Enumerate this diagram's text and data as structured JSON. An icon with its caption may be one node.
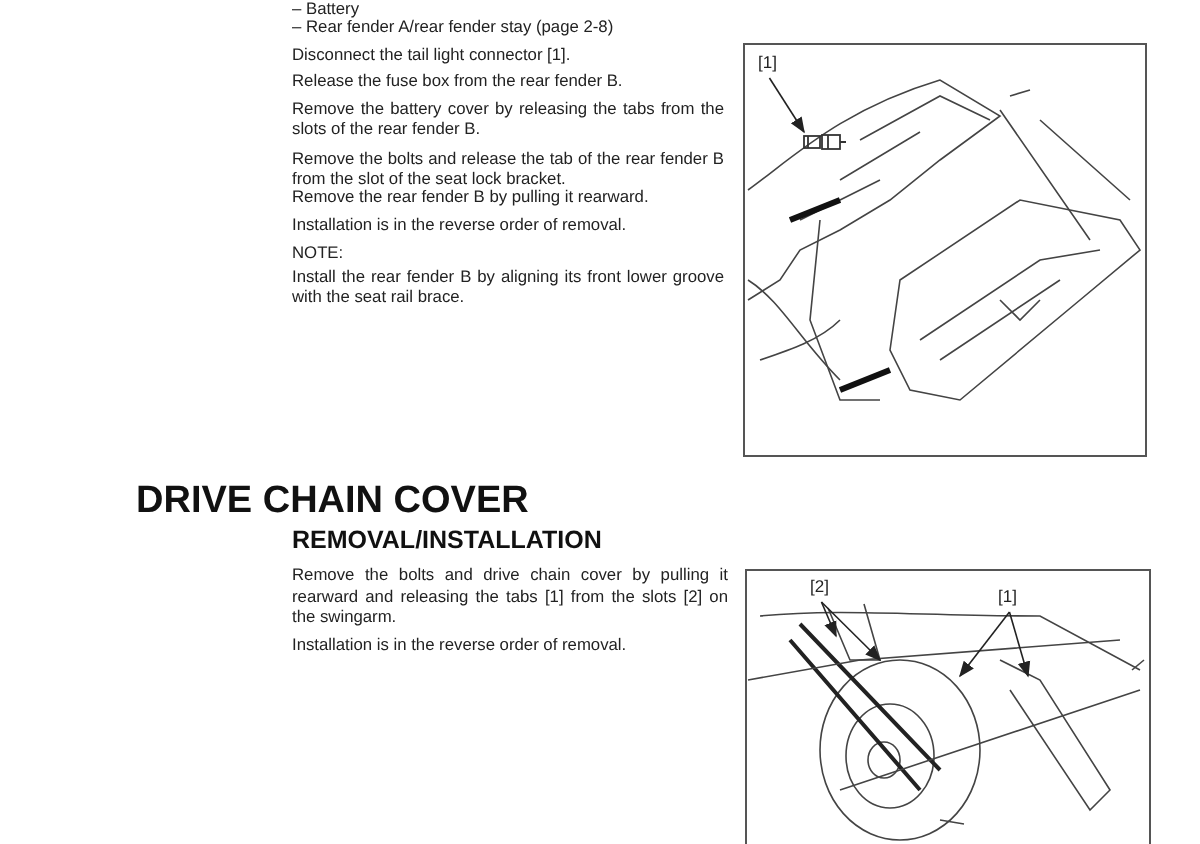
{
  "diagram": {
    "nodes": [
      {
        "text": [
          "[1]"
        ]
      },
      {
        "text": [
          "[2]"
        ]
      },
      {
        "text": [
          "[1]"
        ]
      },
      {
        "text": [],
        "shape": "picture"
      }
    ],
    "edges": [
      {
        "from": 0,
        "to": 3,
        "arrow": "to"
      },
      {
        "from": 1,
        "to": null,
        "arrow": "to"
      },
      {
        "from": 1,
        "to": null,
        "arrow": "to"
      },
      {
        "from": 2,
        "to": null,
        "arrow": "to"
      },
      {
        "from": 2,
        "to": null,
        "arrow": "to"
      }
    ],
    "labels": [
      "– Battery",
      "– Rear fender A/rear fender stay (page 2-8)",
      "Disconnect the tail light connector [1].",
      "Release the fuse box from the rear fender B.",
      "Remove the battery cover by releasing the tabs from the slots of the rear fender B.",
      "Remove the bolts and release the tab of the rear fender B from the slot of the seat lock bracket.",
      "Remove the rear fender B by pulling it rearward.",
      "Installation is in the reverse order of removal.",
      "NOTE:",
      "Install the rear fender B by aligning its front lower groove with the seat rail brace.",
      "DRIVE CHAIN COVER",
      "REMOVAL/INSTALLATION",
      "Remove the bolts and drive chain cover by pulling it rearward and releasing the tabs [1] from the slots [2] on the swingarm.",
      "Installation is in the reverse order of removal."
    ]
  }
}
